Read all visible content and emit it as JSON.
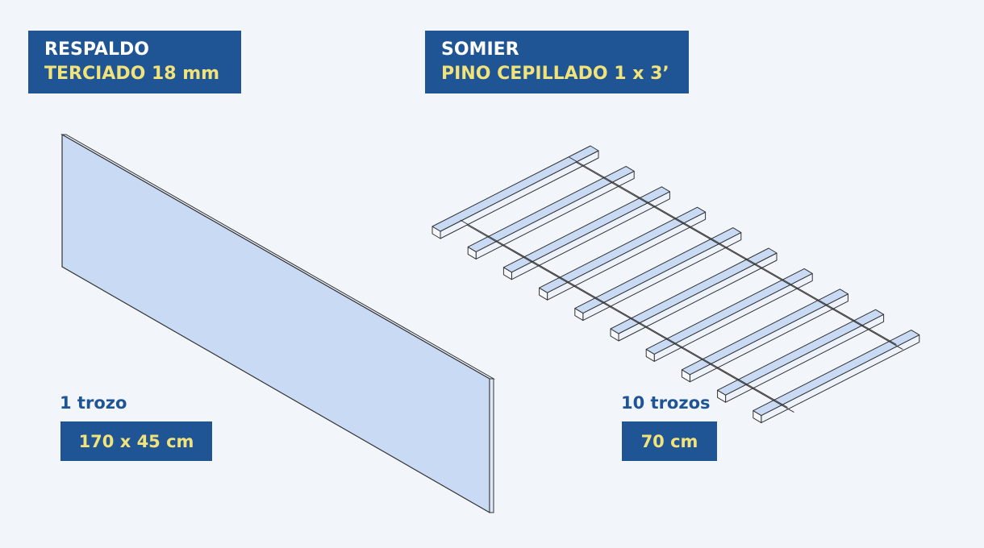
{
  "respaldo": {
    "title": "RESPALDO",
    "material": "TERCIADO 18 mm",
    "quantity": "1 trozo",
    "dimensions": "170 x 45 cm"
  },
  "somier": {
    "title": "SOMIER",
    "material": "PINO CEPILLADO 1 x 3’",
    "quantity": "10 trozos",
    "dimensions": "70 cm"
  },
  "colors": {
    "label_bg": "#1f5594",
    "label_text": "#ffffff",
    "label_highlight": "#f2e27a",
    "board_face": "#c9daf4",
    "board_edge": "#e8eef8",
    "outline": "#333333",
    "background": "#f2f5fa"
  }
}
